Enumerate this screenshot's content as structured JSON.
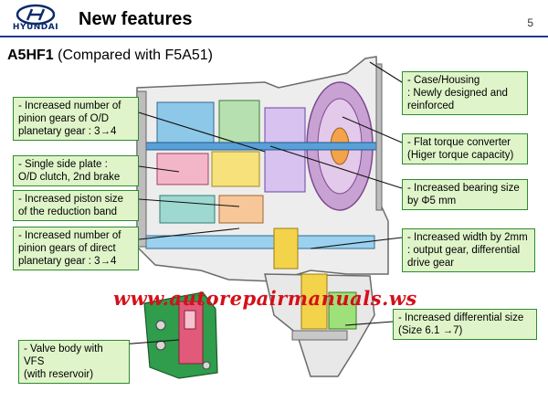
{
  "header": {
    "logo_text": "HYUNDAI",
    "title": "New features",
    "page_number": "5"
  },
  "subtitle": {
    "model": "A5HF1",
    "comparison": "(Compared with F5A51)"
  },
  "callouts": {
    "case_housing": "- Case/Housing\n: Newly designed and\n  reinforced",
    "flat_torque": "- Flat torque converter\n(Higer torque capacity)",
    "bearing_size": "- Increased bearing size\n  by Φ5 mm",
    "output_gear": "- Increased width by 2mm\n: output gear, differential\n  drive gear",
    "differential": "- Increased differential size\n(Size 6.1 →7)",
    "od_pinion": "- Increased number of\n  pinion gears of O/D\n  planetary gear : 3→4",
    "single_side": "- Single side plate :\n  O/D clutch, 2nd brake",
    "piston_size": "- Increased piston size\n  of the reduction band",
    "direct_pinion": "- Increased number of\n  pinion gears of direct\n  planetary gear : 3→4",
    "valve_body": "- Valve body with VFS\n  (with reservoir)"
  },
  "watermark": "www.autorepairmanuals.ws",
  "colors": {
    "accent": "#1f3a8a",
    "callout_fill": "#dff5c9",
    "callout_border": "#2f8a2f",
    "watermark": "#d4101a"
  }
}
